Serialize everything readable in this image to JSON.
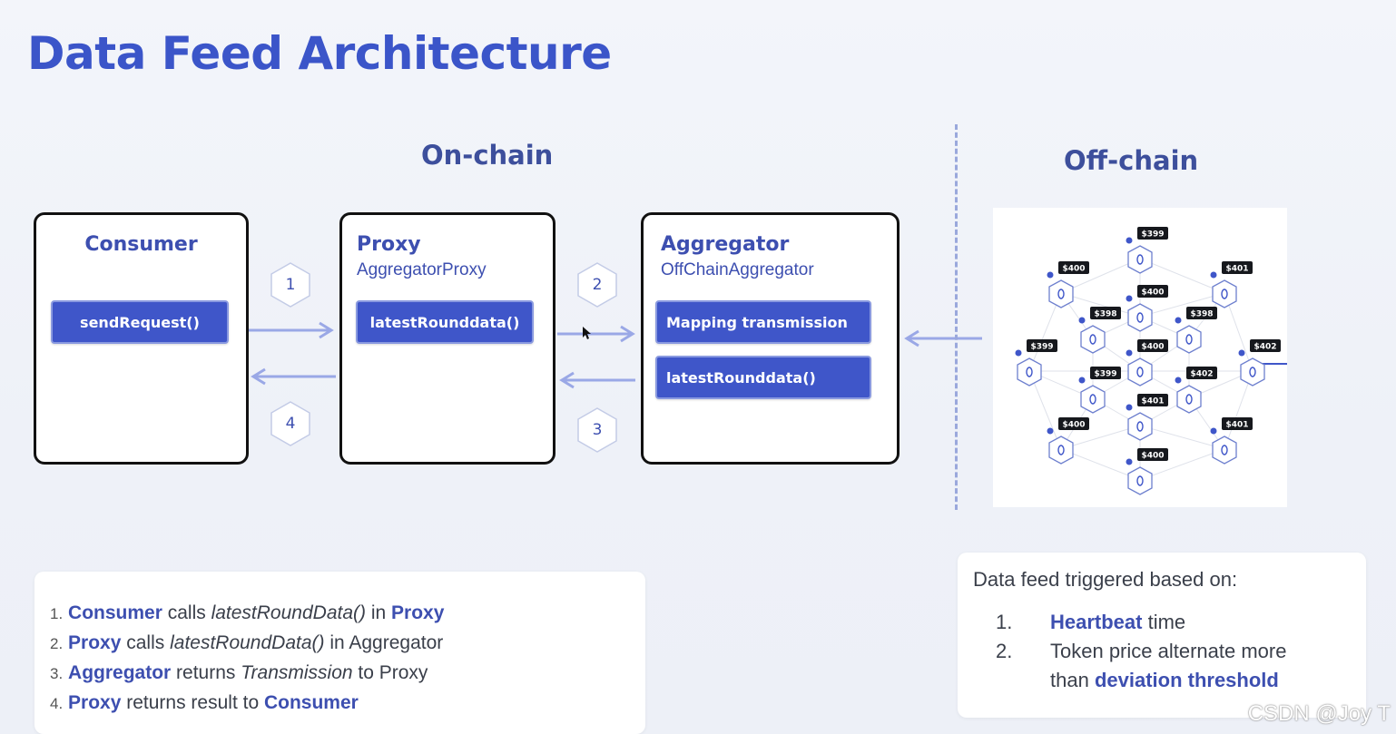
{
  "title": "Data Feed Architecture",
  "sections": {
    "onchain": "On-chain",
    "offchain": "Off-chain"
  },
  "boxes": {
    "consumer": {
      "title": "Consumer",
      "method": "sendRequest()"
    },
    "proxy": {
      "title": "Proxy",
      "subtitle": "AggregatorProxy",
      "method": "latestRounddata()"
    },
    "aggregator": {
      "title": "Aggregator",
      "subtitle": "OffChainAggregator",
      "method1": "Mapping transmission",
      "method2": "latestRounddata()"
    }
  },
  "flow_steps": [
    "1",
    "2",
    "3",
    "4"
  ],
  "network_prices": [
    "$399",
    "$400",
    "$401",
    "$400",
    "$398",
    "$398",
    "$399",
    "$400",
    "$402",
    "$399",
    "$402",
    "$401",
    "$400",
    "$401",
    "$400"
  ],
  "steps": [
    {
      "num": "1.",
      "a": "Consumer",
      "b": " calls ",
      "c": "latestRoundData()",
      "d": " in ",
      "e": "Proxy"
    },
    {
      "num": "2.",
      "a": "Proxy",
      "b": " calls ",
      "c": "latestRoundData()",
      "d": " in Aggregator",
      "e": ""
    },
    {
      "num": "3.",
      "a": "Aggregator",
      "b": " returns ",
      "c": "Transmission",
      "d": " to Proxy",
      "e": ""
    },
    {
      "num": "4.",
      "a": "Proxy",
      "b": " returns result to ",
      "c": "",
      "d": "",
      "e": "Consumer"
    }
  ],
  "trigger": {
    "heading": "Data feed triggered based on:",
    "items": [
      {
        "num": "1.",
        "bold": "Heartbeat",
        "text": " time",
        "line2": "",
        "bold2": ""
      },
      {
        "num": "2.",
        "bold": "",
        "text": "Token price alternate more",
        "line2": "than ",
        "bold2": "deviation threshold"
      }
    ]
  },
  "watermark": "CSDN @Joy T",
  "colors": {
    "accent": "#3b55c9",
    "button": "#3f56c9",
    "arrow": "#9aa8e6"
  }
}
